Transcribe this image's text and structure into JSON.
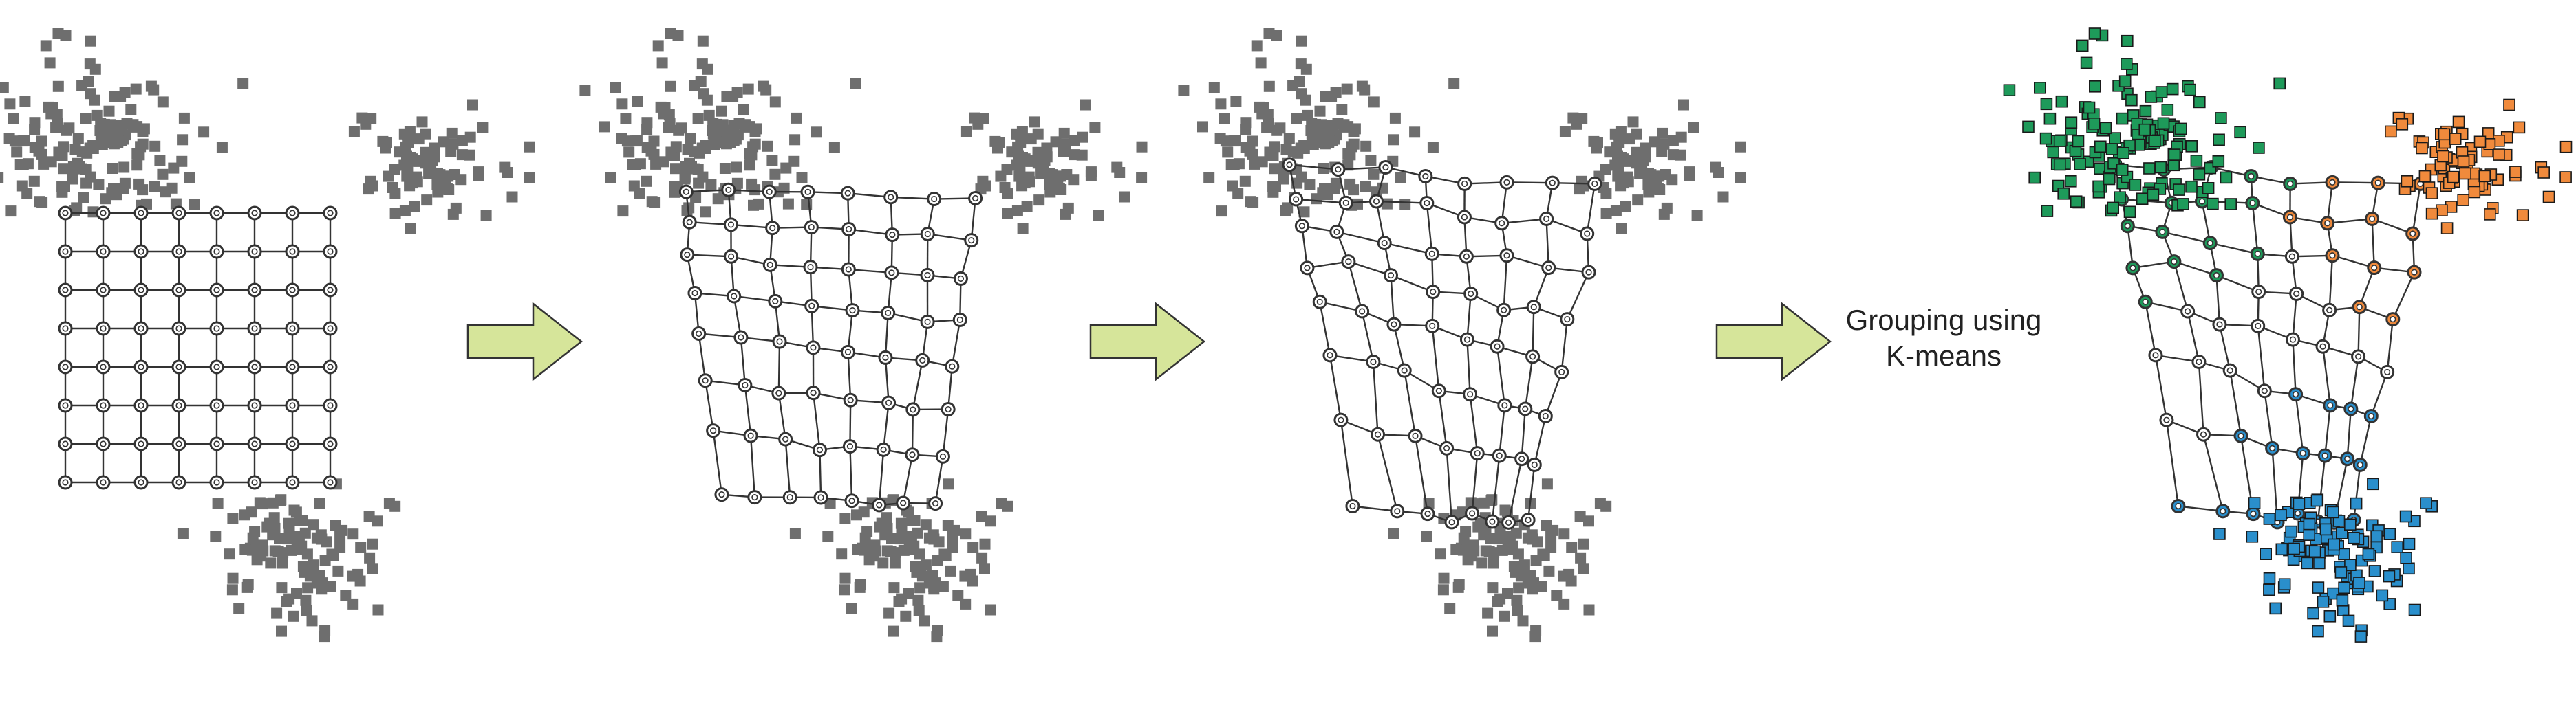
{
  "caption": {
    "line1": "Grouping using",
    "line2": "K-means"
  },
  "colors": {
    "data_gray": "#6e6e6e",
    "node_outline": "#333333",
    "edge": "#333333",
    "arrow_fill": "#d6e59a",
    "arrow_stroke": "#333333",
    "cluster_green": "#1e9a5a",
    "cluster_orange": "#f08a3c",
    "cluster_blue": "#2a8fcc"
  },
  "stages": [
    {
      "name": "initial-grid"
    },
    {
      "name": "partially-adapted"
    },
    {
      "name": "converged"
    },
    {
      "name": "kmeans-grouped"
    }
  ],
  "arrows": [
    {
      "name": "arrow-1"
    },
    {
      "name": "arrow-2"
    },
    {
      "name": "arrow-3"
    }
  ]
}
